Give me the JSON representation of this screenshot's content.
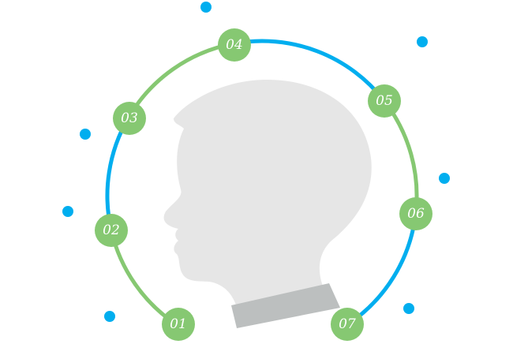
{
  "colors": {
    "green": "#86c872",
    "blue": "#00aeef",
    "head": "#e6e6e6",
    "collar": "#bcbfbf"
  },
  "steps": [
    {
      "label": "01"
    },
    {
      "label": "02"
    },
    {
      "label": "03"
    },
    {
      "label": "04"
    },
    {
      "label": "05"
    },
    {
      "label": "06"
    },
    {
      "label": "07"
    }
  ]
}
